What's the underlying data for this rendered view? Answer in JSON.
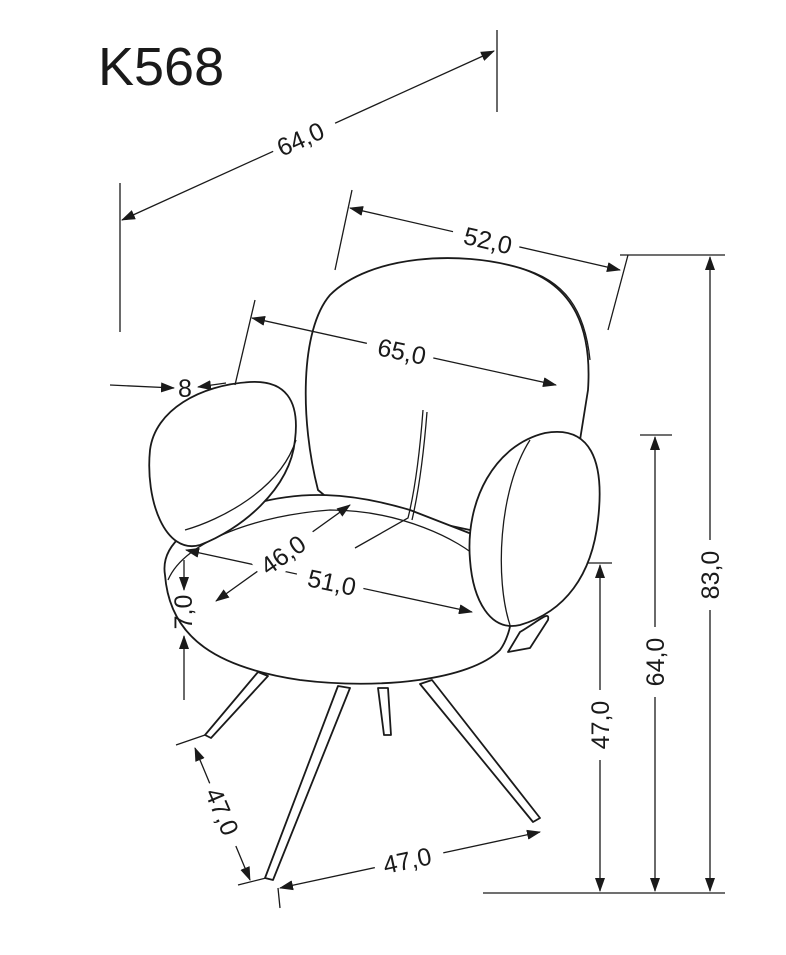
{
  "title": "K568",
  "dimensions": {
    "total_depth": "64,0",
    "back_width": "52,0",
    "inner_width": "65,0",
    "armrest_width": "8",
    "seat_depth": "46,0",
    "seat_width": "51,0",
    "seat_thickness": "7,0",
    "total_height": "83,0",
    "armrest_height": "64,0",
    "seat_height": "47,0",
    "base_depth": "47,0",
    "base_width": "47,0"
  }
}
